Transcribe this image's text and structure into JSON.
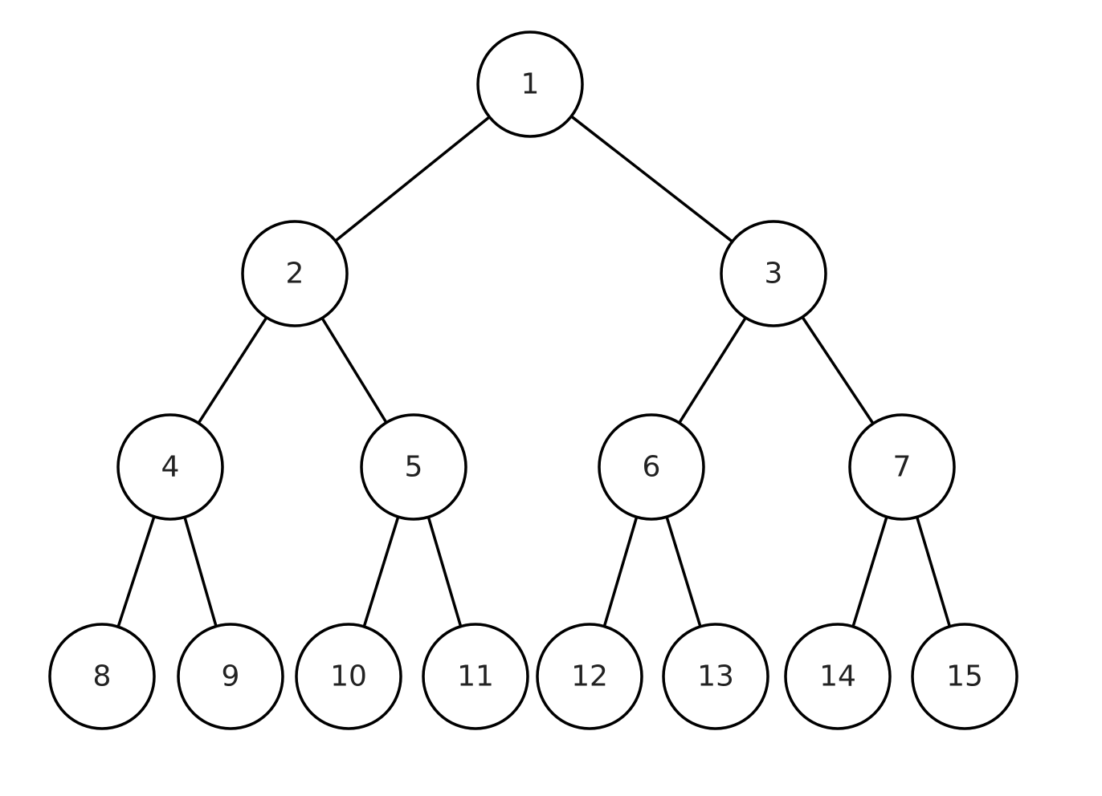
{
  "tree": {
    "type": "complete-binary-tree",
    "nodes": [
      {
        "id": 1,
        "label": "1",
        "level": 0,
        "index": 0
      },
      {
        "id": 2,
        "label": "2",
        "level": 1,
        "index": 0
      },
      {
        "id": 3,
        "label": "3",
        "level": 1,
        "index": 1
      },
      {
        "id": 4,
        "label": "4",
        "level": 2,
        "index": 0
      },
      {
        "id": 5,
        "label": "5",
        "level": 2,
        "index": 1
      },
      {
        "id": 6,
        "label": "6",
        "level": 2,
        "index": 2
      },
      {
        "id": 7,
        "label": "7",
        "level": 2,
        "index": 3
      },
      {
        "id": 8,
        "label": "8",
        "level": 3,
        "index": 0
      },
      {
        "id": 9,
        "label": "9",
        "level": 3,
        "index": 1
      },
      {
        "id": 10,
        "label": "10",
        "level": 3,
        "index": 2
      },
      {
        "id": 11,
        "label": "11",
        "level": 3,
        "index": 3
      },
      {
        "id": 12,
        "label": "12",
        "level": 3,
        "index": 4
      },
      {
        "id": 13,
        "label": "13",
        "level": 3,
        "index": 5
      },
      {
        "id": 14,
        "label": "14",
        "level": 3,
        "index": 6
      },
      {
        "id": 15,
        "label": "15",
        "level": 3,
        "index": 7
      }
    ],
    "edges": [
      [
        1,
        2
      ],
      [
        1,
        3
      ],
      [
        2,
        4
      ],
      [
        2,
        5
      ],
      [
        3,
        6
      ],
      [
        3,
        7
      ],
      [
        4,
        8
      ],
      [
        4,
        9
      ],
      [
        5,
        10
      ],
      [
        5,
        11
      ],
      [
        6,
        12
      ],
      [
        6,
        13
      ],
      [
        7,
        14
      ],
      [
        7,
        15
      ]
    ]
  },
  "colors": {
    "stroke": "#000000",
    "fill": "#ffffff",
    "text": "#222222"
  }
}
